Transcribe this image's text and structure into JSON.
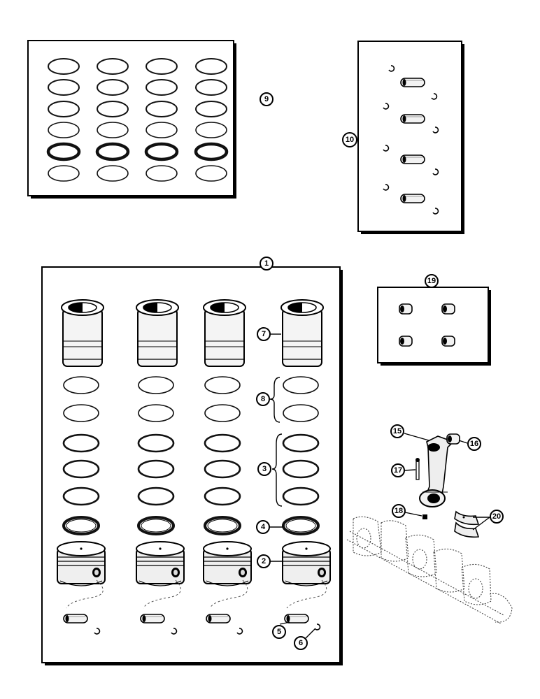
{
  "callouts": {
    "c1": "1",
    "c2": "2",
    "c3": "3",
    "c4": "4",
    "c5": "5",
    "c6": "6",
    "c7": "7",
    "c8": "8",
    "c9": "9",
    "c10": "10",
    "c15": "15",
    "c16": "16",
    "c17": "17",
    "c18": "18",
    "c19": "19",
    "c20": "20"
  }
}
